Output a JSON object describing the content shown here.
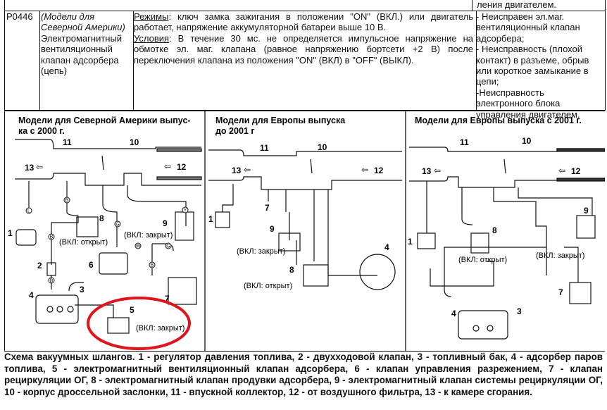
{
  "table": {
    "header_tail": "ления двигателем.",
    "code": "P0446",
    "component_italic": "(Модели для Северной Америки)",
    "component": "Электромагнитный вентиляционный клапан адсорбера (цепь)",
    "modes_label": "Режимы",
    "modes_text": ": ключ замка зажигания в положении \"ON\" (ВКЛ.) или двигатель работает, напряжение аккумуляторной батареи выше 10 В.",
    "conditions_label": "Условия",
    "conditions_text": ": В течение 30 мс. не определяется импульсное напряжение на обмотке эл. маг. клапана (равное напряжению бортсети +2 В) после переключения клапана из положения \"ON\" (ВКЛ) в \"OFF\" (ВЫКЛ).",
    "causes": [
      "- Неисправен эл.маг. вентиляционный клапан адсорбера;",
      "- Неисправность (плохой контакт) в разъеме, обрыв или короткое замыкание в цепи;",
      "-Неисправность электронного блока управления двигателем."
    ]
  },
  "diagrams": [
    {
      "title_1": "Модели для Северной Америки выпус-",
      "title_2": "ка с 2000 г.",
      "labels": {
        "n1": "1",
        "n2": "2",
        "n3": "3",
        "n4": "4",
        "n5": "5",
        "n6": "6",
        "n7": "7",
        "n8": "8",
        "n9": "9",
        "n10": "10",
        "n11": "11",
        "n12": "12",
        "n13": "13"
      },
      "states": {
        "s8": "(ВКЛ: открыт)",
        "s9": "(ВКЛ: закрыт)",
        "s5": "(ВКЛ: закрыт)"
      },
      "hose_marks": {
        "L": "L",
        "B1": "B",
        "B2": "B",
        "B3": "B",
        "B4": "B",
        "G1": "G",
        "G2": "G",
        "W": "W",
        "Y": "Y"
      },
      "highlight_color": "#e0141b"
    },
    {
      "title_1": "Модели для Европы выпуска",
      "title_2": "до 2001 г",
      "labels": {
        "n1": "1",
        "n4": "4",
        "n7": "7",
        "n8": "8",
        "n9": "9",
        "n10": "10",
        "n11": "11",
        "n12": "12",
        "n13": "13"
      },
      "states": {
        "s9": "(ВКЛ: закрыт)",
        "s8": "(ВКЛ: открыт)"
      }
    },
    {
      "title_1": "Модели для Европы выпуска с 2001 г.",
      "labels": {
        "n1": "1",
        "n3": "3",
        "n4": "4",
        "n7": "7",
        "n8": "8",
        "n9": "9",
        "n10": "10",
        "n11": "11",
        "n12": "12",
        "n13": "13"
      },
      "states": {
        "s8": "(ВКЛ: открыт)",
        "s9": "(ВКЛ: закрыт)"
      }
    }
  ],
  "caption": "Схема вакуумных шлангов. 1 - регулятор давления топлива, 2 - двухходовой клапан, 3 - топливный бак, 4 - адсорбер паров топлива, 5 - электромагнитный вентиляционный клапан адсорбера, 6 - клапан управления разрежением, 7 - клапан рециркуляции ОГ, 8 - электромагнитный клапан продувки адсорбера, 9 - электромагнитный клапан системы рециркуляции ОГ, 10 - корпус дроссельной заслонки, 11 - впускной коллектор, 12 - от воздушного фильтра, 13 - к камере сгорания."
}
